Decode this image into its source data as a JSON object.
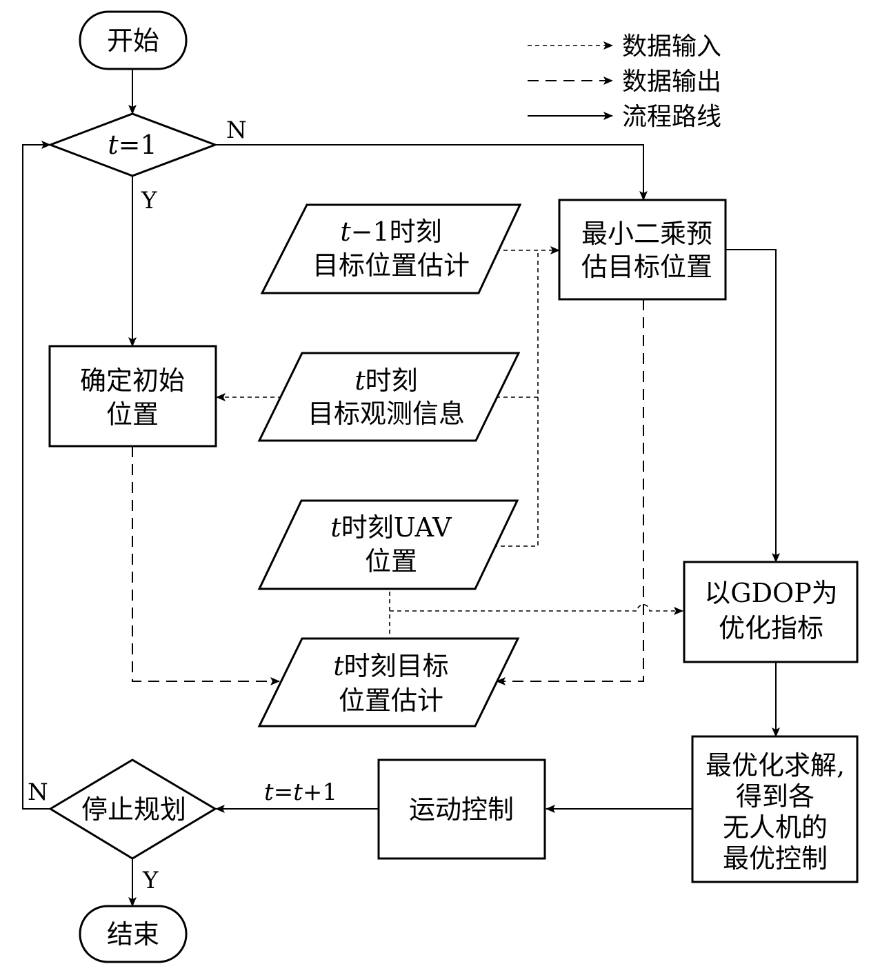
{
  "legend": {
    "input": "数据输入",
    "output": "数据输出",
    "flow": "流程路线"
  },
  "nodes": {
    "start": "开始",
    "end": "结束",
    "cond_t1_var": "t",
    "cond_t1_rest": "=1",
    "init_pos_line1": "确定初始",
    "init_pos_line2": "位置",
    "ls_line1": "最小二乘预",
    "ls_line2": "估目标位置",
    "prev_est_line1_var": "t",
    "prev_est_line1_rest": "−1时刻",
    "prev_est_line2": "目标位置估计",
    "obs_line1_var": "t",
    "obs_line1_rest": "时刻",
    "obs_line2": "目标观测信息",
    "uav_line1_var": "t",
    "uav_line1_rest": "时刻UAV",
    "uav_line2": "位置",
    "est_line1_var": "t",
    "est_line1_rest": "时刻目标",
    "est_line2": "位置估计",
    "gdop_line1": "以GDOP为",
    "gdop_line2": "优化指标",
    "optimal_line1": "最优化求解,",
    "optimal_line2": "得到各",
    "optimal_line3": "无人机的",
    "optimal_line4": "最优控制",
    "motion": "运动控制",
    "stop": "停止规划"
  },
  "labels": {
    "n_top": "N",
    "y_top": "Y",
    "n_bottom": "N",
    "y_bottom": "Y",
    "update_t1": "t",
    "update_eq1": "=",
    "update_t2": "t",
    "update_rest": "+1"
  }
}
